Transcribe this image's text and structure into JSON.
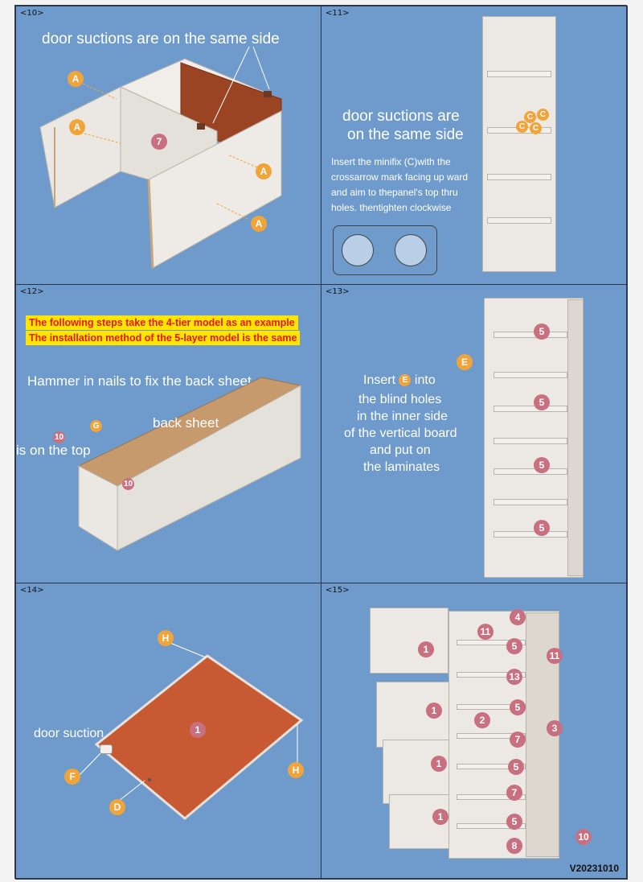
{
  "steps": {
    "s10": {
      "label": "<10>",
      "caption": "door suctions are on the same side",
      "badges": {
        "a1": "A",
        "a2": "A",
        "a3": "A",
        "a4": "A",
        "n7": "7"
      }
    },
    "s11": {
      "label": "<11>",
      "caption_line1": "door suctions are",
      "caption_line2": "on the same side",
      "instr1": "Insert the minifix (C)with the",
      "instr2": "crossarrow mark facing up ward",
      "instr3": "and aim to thepanel's top thru",
      "instr4": "holes. thentighten clockwise",
      "badges": {
        "c1": "C",
        "c2": "C",
        "c3": "C",
        "c4": "C"
      }
    },
    "s12": {
      "label": "<12>",
      "notice1": "The following steps take the 4-tier model as an example",
      "notice2": "The installation method of the 5-layer model is the same",
      "caption1": "Hammer in nails to fix the back sheet",
      "caption2": "back sheet",
      "caption3": "is on the top",
      "badges": {
        "g": "G",
        "n10a": "10",
        "n10b": "10"
      }
    },
    "s13": {
      "label": "<13>",
      "line1_pre": "Insert",
      "line1_post": "into",
      "line2": "the blind holes",
      "line3": "in the inner side",
      "line4": "of the vertical board",
      "line5": "and put on",
      "line6": "the laminates",
      "badges": {
        "e1": "E",
        "e2": "E",
        "n5a": "5",
        "n5b": "5",
        "n5c": "5",
        "n5d": "5"
      }
    },
    "s14": {
      "label": "<14>",
      "caption": "door suction",
      "badges": {
        "h1": "H",
        "h2": "H",
        "n1": "1",
        "f": "F",
        "d": "D"
      }
    },
    "s15": {
      "label": "<15>",
      "badges": {
        "n4": "4",
        "n11a": "11",
        "n11b": "11",
        "n5a": "5",
        "n13": "13",
        "n1a": "1",
        "n1b": "1",
        "n1c": "1",
        "n1d": "1",
        "n5b": "5",
        "n2": "2",
        "n3": "3",
        "n7a": "7",
        "n5c": "5",
        "n7b": "7",
        "n5d": "5",
        "n8": "8",
        "n10": "10"
      }
    }
  },
  "version": "V20231010",
  "colors": {
    "background": "#6f9bcc",
    "orange_badge": "#f0a43a",
    "pink_badge": "#c8707f",
    "notice_bg": "#ffe500",
    "notice_text": "#e4151b"
  }
}
